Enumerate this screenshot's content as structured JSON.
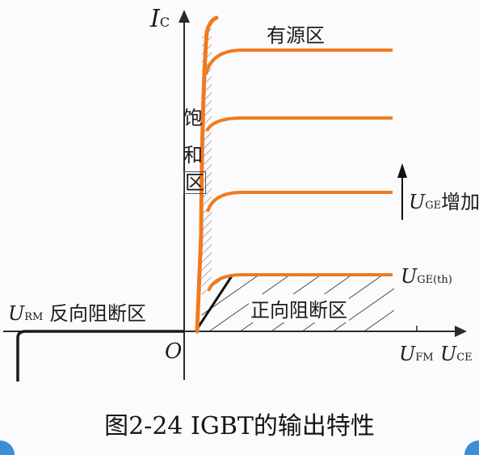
{
  "axes": {
    "y_label": "I",
    "y_sub": "C",
    "x_label": "U",
    "x_sub": "CE",
    "origin": "O",
    "ufm_label": "U",
    "ufm_sub": "FM"
  },
  "regions": {
    "active": "有源区",
    "saturation_1": "饱",
    "saturation_2": "和",
    "saturation_3": "区",
    "forward_blocking": "正向阻断区",
    "reverse_label": "U",
    "reverse_sub": "RM",
    "reverse_text": " 反向阻断区"
  },
  "annotations": {
    "uge_increase_label": "U",
    "uge_increase_sub": "GE",
    "uge_increase_text": "增加",
    "uge_th_label": "U",
    "uge_th_sub": "GE(th)"
  },
  "caption": "图2-24  IGBT的输出特性",
  "colors": {
    "curve": "#f07a1e",
    "axis": "#2a2a2a",
    "hatch": "#222222",
    "corner": "#3a8fd6"
  }
}
